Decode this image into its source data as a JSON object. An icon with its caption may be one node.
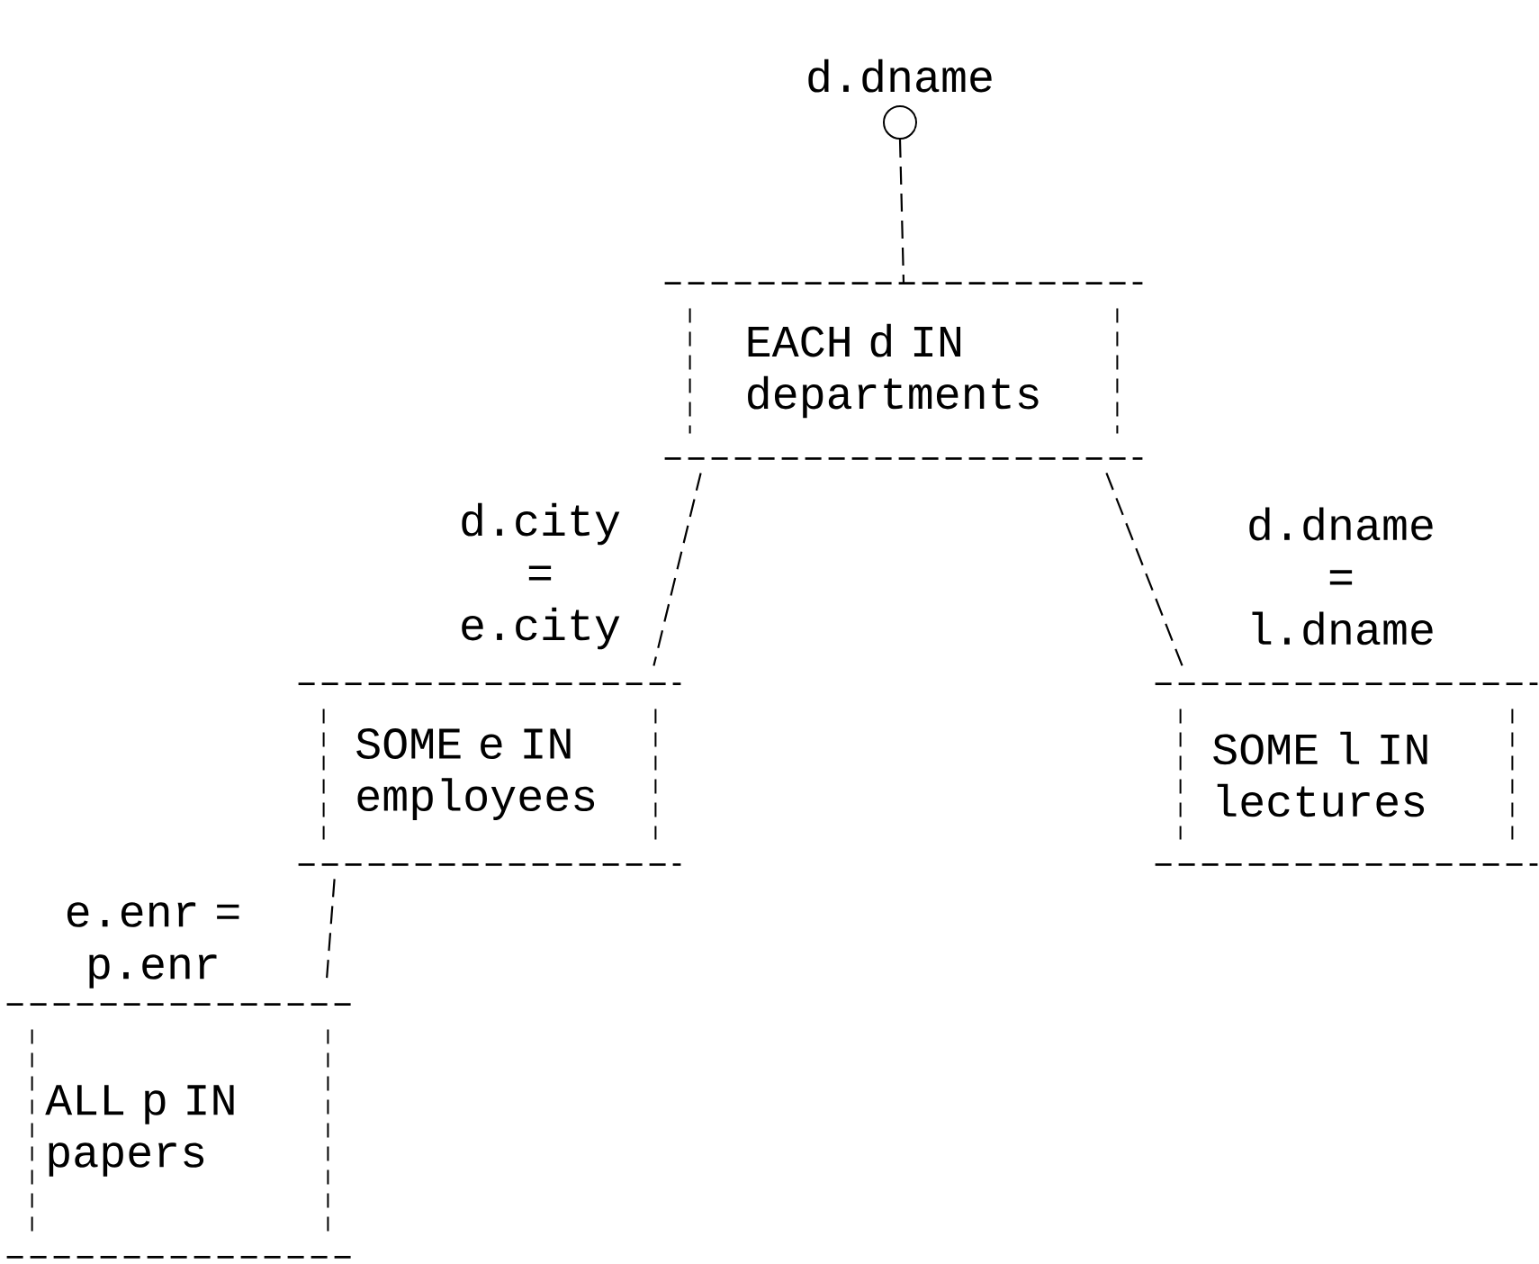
{
  "diagram": {
    "nodes": [
      {
        "text": [],
        "shape": "circle",
        "beside": [
          "d.dname"
        ]
      },
      {
        "text": [
          "EACH d IN departments"
        ]
      },
      {
        "text": [
          "SOME e IN employees"
        ]
      },
      {
        "text": [
          "SOME l IN lectures"
        ]
      },
      {
        "text": [
          "ALL p IN papers"
        ]
      }
    ],
    "edges": [
      {
        "from": 0,
        "to": 1,
        "arrow": "none",
        "style": "dashed"
      },
      {
        "from": 1,
        "to": 2,
        "arrow": "none",
        "style": "dashed",
        "label": "d.city = e.city"
      },
      {
        "from": 1,
        "to": 3,
        "arrow": "none",
        "style": "dashed",
        "label": "d.dname = l.dname"
      },
      {
        "from": 2,
        "to": 4,
        "arrow": "none",
        "style": "dashed",
        "label": "e.enr = p.enr"
      }
    ]
  }
}
